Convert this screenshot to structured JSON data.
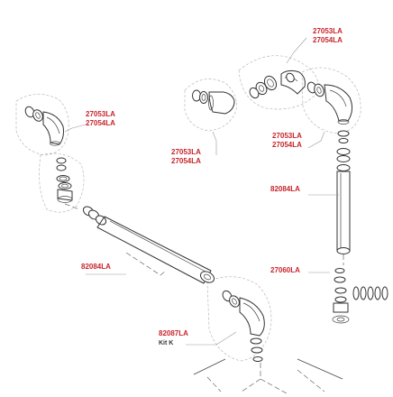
{
  "labels": {
    "top_right_a": "27053LA",
    "top_right_b": "27054LA",
    "left_a": "27053LA",
    "left_b": "27054LA",
    "mid_a": "27053LA",
    "mid_b": "27054LA",
    "right_a": "27053LA",
    "right_b": "27054LA",
    "right_pipe": "82084LA",
    "left_pipe": "82084LA",
    "right_kit": "27060LA",
    "bottom_code": "82087LA",
    "bottom_kit": "Kit K"
  },
  "colors": {
    "label": "#c8242b",
    "line": "#333333"
  }
}
